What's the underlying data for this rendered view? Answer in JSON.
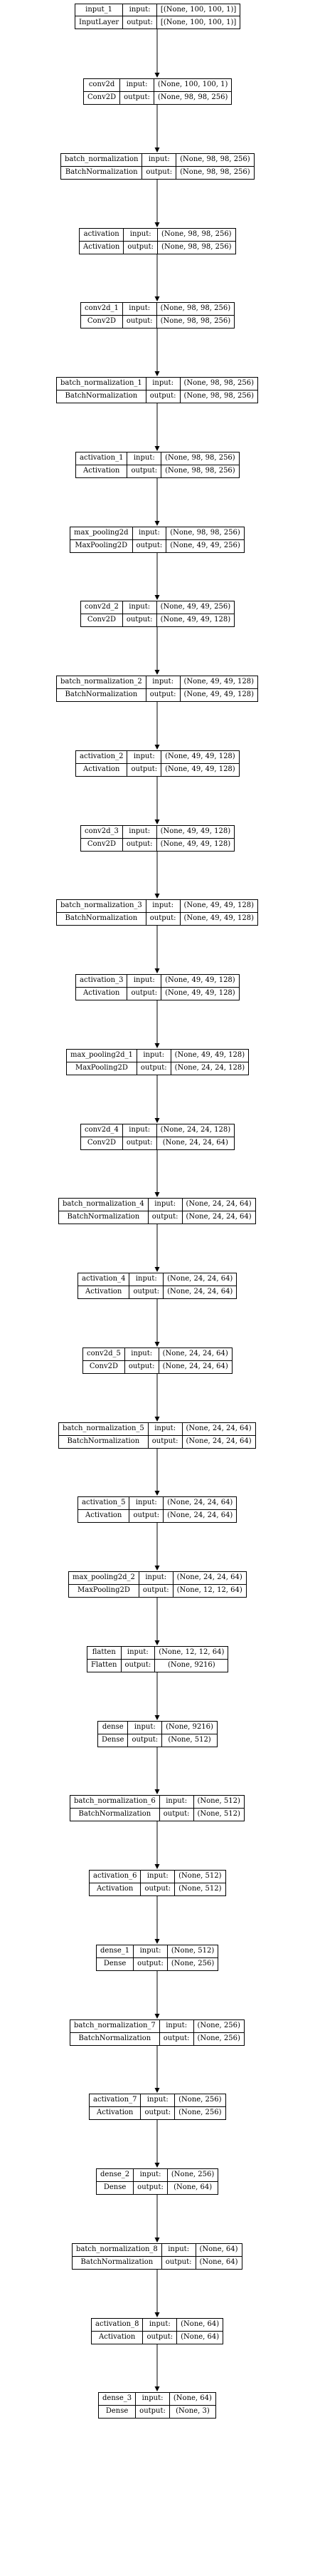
{
  "labels": {
    "input": "input:",
    "output": "output:"
  },
  "layers": [
    {
      "name": "input_1",
      "type": "InputLayer",
      "input": "[(None, 100, 100, 1)]",
      "output": "[(None, 100, 100, 1)]"
    },
    {
      "name": "conv2d",
      "type": "Conv2D",
      "input": "(None, 100, 100, 1)",
      "output": "(None, 98, 98, 256)"
    },
    {
      "name": "batch_normalization",
      "type": "BatchNormalization",
      "input": "(None, 98, 98, 256)",
      "output": "(None, 98, 98, 256)"
    },
    {
      "name": "activation",
      "type": "Activation",
      "input": "(None, 98, 98, 256)",
      "output": "(None, 98, 98, 256)"
    },
    {
      "name": "conv2d_1",
      "type": "Conv2D",
      "input": "(None, 98, 98, 256)",
      "output": "(None, 98, 98, 256)"
    },
    {
      "name": "batch_normalization_1",
      "type": "BatchNormalization",
      "input": "(None, 98, 98, 256)",
      "output": "(None, 98, 98, 256)"
    },
    {
      "name": "activation_1",
      "type": "Activation",
      "input": "(None, 98, 98, 256)",
      "output": "(None, 98, 98, 256)"
    },
    {
      "name": "max_pooling2d",
      "type": "MaxPooling2D",
      "input": "(None, 98, 98, 256)",
      "output": "(None, 49, 49, 256)"
    },
    {
      "name": "conv2d_2",
      "type": "Conv2D",
      "input": "(None, 49, 49, 256)",
      "output": "(None, 49, 49, 128)"
    },
    {
      "name": "batch_normalization_2",
      "type": "BatchNormalization",
      "input": "(None, 49, 49, 128)",
      "output": "(None, 49, 49, 128)"
    },
    {
      "name": "activation_2",
      "type": "Activation",
      "input": "(None, 49, 49, 128)",
      "output": "(None, 49, 49, 128)"
    },
    {
      "name": "conv2d_3",
      "type": "Conv2D",
      "input": "(None, 49, 49, 128)",
      "output": "(None, 49, 49, 128)"
    },
    {
      "name": "batch_normalization_3",
      "type": "BatchNormalization",
      "input": "(None, 49, 49, 128)",
      "output": "(None, 49, 49, 128)"
    },
    {
      "name": "activation_3",
      "type": "Activation",
      "input": "(None, 49, 49, 128)",
      "output": "(None, 49, 49, 128)"
    },
    {
      "name": "max_pooling2d_1",
      "type": "MaxPooling2D",
      "input": "(None, 49, 49, 128)",
      "output": "(None, 24, 24, 128)"
    },
    {
      "name": "conv2d_4",
      "type": "Conv2D",
      "input": "(None, 24, 24, 128)",
      "output": "(None, 24, 24, 64)"
    },
    {
      "name": "batch_normalization_4",
      "type": "BatchNormalization",
      "input": "(None, 24, 24, 64)",
      "output": "(None, 24, 24, 64)"
    },
    {
      "name": "activation_4",
      "type": "Activation",
      "input": "(None, 24, 24, 64)",
      "output": "(None, 24, 24, 64)"
    },
    {
      "name": "conv2d_5",
      "type": "Conv2D",
      "input": "(None, 24, 24, 64)",
      "output": "(None, 24, 24, 64)"
    },
    {
      "name": "batch_normalization_5",
      "type": "BatchNormalization",
      "input": "(None, 24, 24, 64)",
      "output": "(None, 24, 24, 64)"
    },
    {
      "name": "activation_5",
      "type": "Activation",
      "input": "(None, 24, 24, 64)",
      "output": "(None, 24, 24, 64)"
    },
    {
      "name": "max_pooling2d_2",
      "type": "MaxPooling2D",
      "input": "(None, 24, 24, 64)",
      "output": "(None, 12, 12, 64)"
    },
    {
      "name": "flatten",
      "type": "Flatten",
      "input": "(None, 12, 12, 64)",
      "output": "(None, 9216)"
    },
    {
      "name": "dense",
      "type": "Dense",
      "input": "(None, 9216)",
      "output": "(None, 512)"
    },
    {
      "name": "batch_normalization_6",
      "type": "BatchNormalization",
      "input": "(None, 512)",
      "output": "(None, 512)"
    },
    {
      "name": "activation_6",
      "type": "Activation",
      "input": "(None, 512)",
      "output": "(None, 512)"
    },
    {
      "name": "dense_1",
      "type": "Dense",
      "input": "(None, 512)",
      "output": "(None, 256)"
    },
    {
      "name": "batch_normalization_7",
      "type": "BatchNormalization",
      "input": "(None, 256)",
      "output": "(None, 256)"
    },
    {
      "name": "activation_7",
      "type": "Activation",
      "input": "(None, 256)",
      "output": "(None, 256)"
    },
    {
      "name": "dense_2",
      "type": "Dense",
      "input": "(None, 256)",
      "output": "(None, 64)"
    },
    {
      "name": "batch_normalization_8",
      "type": "BatchNormalization",
      "input": "(None, 64)",
      "output": "(None, 64)"
    },
    {
      "name": "activation_8",
      "type": "Activation",
      "input": "(None, 64)",
      "output": "(None, 64)"
    },
    {
      "name": "dense_3",
      "type": "Dense",
      "input": "(None, 64)",
      "output": "(None, 3)"
    }
  ]
}
